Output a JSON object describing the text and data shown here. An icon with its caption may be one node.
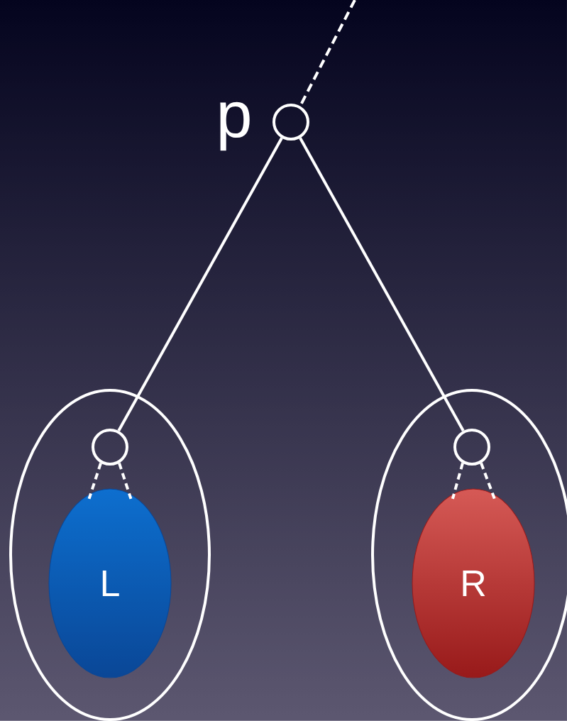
{
  "diagram": {
    "nodes": [
      {
        "text": [],
        "shape": "circle",
        "beside": [
          "p"
        ]
      },
      {
        "text": [],
        "shape": "ellipse"
      },
      {
        "text": [],
        "shape": "circle",
        "in": 1
      },
      {
        "text": [
          "L"
        ],
        "in": 1
      },
      {
        "text": [],
        "shape": "ellipse"
      },
      {
        "text": [],
        "shape": "circle",
        "in": 4
      },
      {
        "text": [
          "R"
        ],
        "in": 4
      }
    ],
    "edges": [
      {
        "from": null,
        "to": 0,
        "arrow": "none",
        "style": "dashed"
      },
      {
        "from": 0,
        "to": 2,
        "arrow": "none"
      },
      {
        "from": 0,
        "to": 5,
        "arrow": "none"
      },
      {
        "from": 2,
        "to": 3,
        "arrow": "none",
        "style": "dashed"
      },
      {
        "from": 2,
        "to": 3,
        "arrow": "none",
        "style": "dashed"
      },
      {
        "from": 5,
        "to": 6,
        "arrow": "none",
        "style": "dashed"
      },
      {
        "from": 5,
        "to": 6,
        "arrow": "none",
        "style": "dashed"
      }
    ]
  }
}
